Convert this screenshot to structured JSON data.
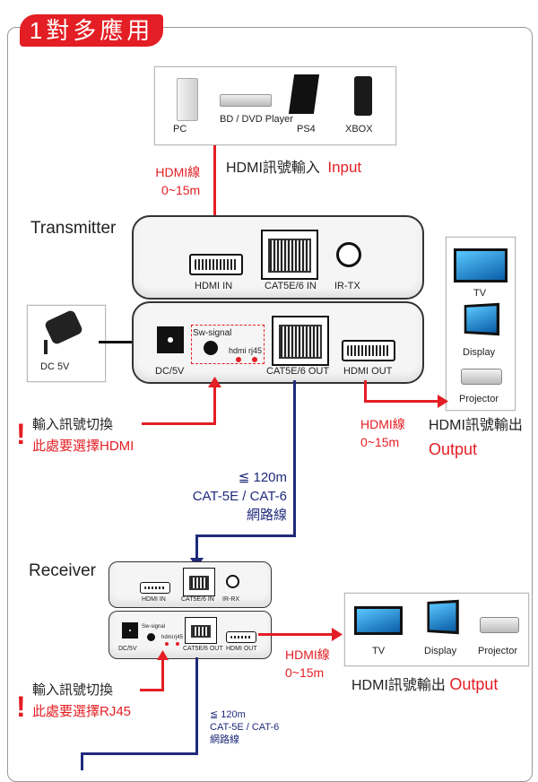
{
  "title": "1對多應用",
  "sources": [
    {
      "label": "PC",
      "icon": "pc-tower-icon"
    },
    {
      "label": "BD / DVD Player",
      "icon": "dvd-player-icon"
    },
    {
      "label": "PS4",
      "icon": "ps4-console-icon"
    },
    {
      "label": "XBOX",
      "icon": "xbox-console-icon"
    }
  ],
  "input_cable": {
    "line1": "HDMI線",
    "line2": "0~15m"
  },
  "input_heading": {
    "text": "HDMI訊號輸入",
    "en": "Input"
  },
  "transmitter_label": "Transmitter",
  "tx_top_ports": {
    "hdmi_in": "HDMI IN",
    "cat_in": "CAT5E/6 IN",
    "ir": "IR-TX"
  },
  "tx_bottom_ports": {
    "dc": "DC/5V",
    "sw": "Sw-signal",
    "sw_hdmi": "hdmi",
    "sw_rj45": "rj45",
    "cat_out": "CAT5E/6 OUT",
    "hdmi_out": "HDMI OUT"
  },
  "adapter_label": "DC 5V",
  "displays": [
    {
      "label": "TV",
      "icon": "tv-icon"
    },
    {
      "label": "Display",
      "icon": "monitor-icon"
    },
    {
      "label": "Projector",
      "icon": "projector-icon"
    }
  ],
  "output_cable": {
    "line1": "HDMI線",
    "line2": "0~15m"
  },
  "output_heading": {
    "text": "HDMI訊號輸出",
    "en": "Output"
  },
  "note1": {
    "line1": "輸入訊號切換",
    "line2": "此處要選擇HDMI"
  },
  "cat_spec": {
    "line1": "≦ 120m",
    "line2": "CAT-5E / CAT-6",
    "line3": "網路線"
  },
  "receiver_label": "Receiver",
  "rx_top_ports": {
    "hdmi_in": "HDMI IN",
    "cat_in": "CAT5E/6 IN",
    "ir": "IR-RX"
  },
  "rx_bottom_ports": {
    "dc": "DC/5V",
    "sw": "Sw-signal",
    "sw_hdmi": "hdmi",
    "sw_rj45": "rj45",
    "cat_out": "CAT5E/6 OUT",
    "hdmi_out": "HDMI OUT"
  },
  "rx_output_cable": {
    "line1": "HDMI線",
    "line2": "0~15m"
  },
  "rx_output_heading": {
    "text": "HDMI訊號輸出",
    "en": "Output"
  },
  "note2": {
    "line1": "輸入訊號切換",
    "line2": "此處要選擇RJ45"
  },
  "cat_spec2": {
    "line1": "≦ 120m",
    "line2": "CAT-5E / CAT-6",
    "line3": "網路線"
  },
  "colors": {
    "red": "#e31e24",
    "navy": "#1f2a7a"
  }
}
